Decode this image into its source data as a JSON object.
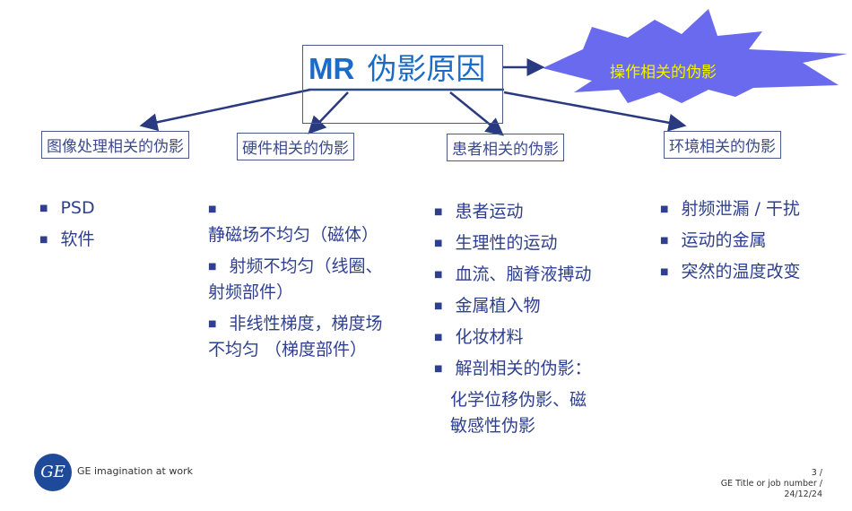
{
  "title": {
    "prefix": "MR",
    "rest": "伪影原因"
  },
  "burst": {
    "label": "操作相关的伪影",
    "color": "#6a6aee"
  },
  "categories": [
    "图像处理相关的伪影",
    "硬件相关的伪影",
    "患者相关的伪影",
    "环境相关的伪影"
  ],
  "columns": [
    {
      "items": [
        "PSD",
        "软件"
      ]
    },
    {
      "items": [
        "静磁场不均匀（磁体）",
        "射频不均匀（线圈、射频部件）",
        "非线性梯度，梯度场不均匀 （梯度部件）"
      ]
    },
    {
      "items": [
        "患者运动",
        "生理性的运动",
        "血流、脑脊液搏动",
        "金属植入物",
        "化妆材料",
        "解剖相关的伪影："
      ],
      "extra": "化学位移伪影、磁敏感性伪影"
    },
    {
      "items": [
        "射频泄漏 / 干扰",
        "运动的金属",
        "突然的温度改变"
      ]
    }
  ],
  "footer": {
    "logo": "GE",
    "tagline": "GE imagination at work",
    "page": "3 /",
    "job": "GE Title or job number /",
    "date": "24/12/24"
  }
}
